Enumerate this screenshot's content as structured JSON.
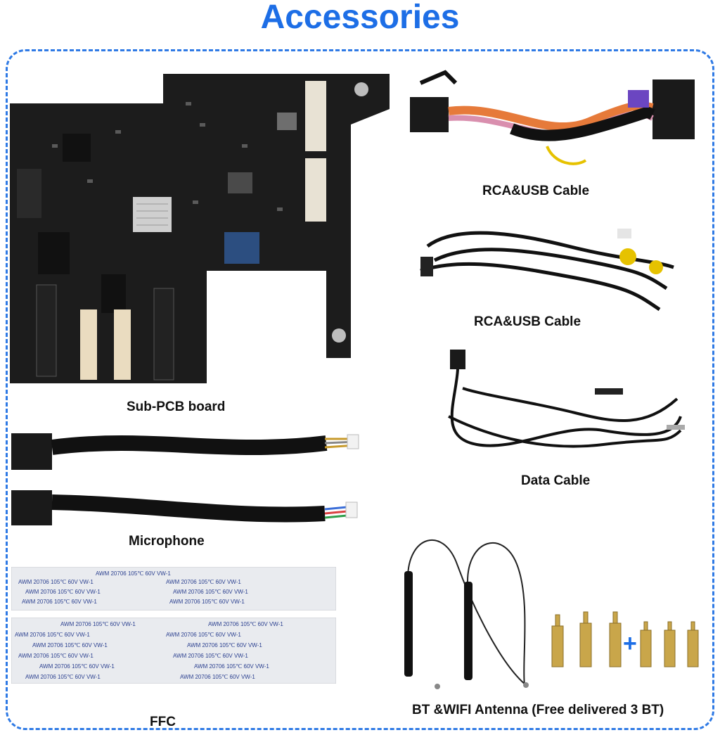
{
  "header": {
    "title": "Accessories"
  },
  "items": [
    {
      "id": "sub-pcb",
      "caption": "Sub-PCB board"
    },
    {
      "id": "rca-usb-1",
      "caption": "RCA&USB Cable"
    },
    {
      "id": "rca-usb-2",
      "caption": "RCA&USB Cable"
    },
    {
      "id": "data-cable",
      "caption": "Data Cable"
    },
    {
      "id": "microphone",
      "caption": "Microphone"
    },
    {
      "id": "ffc",
      "caption": "FFC",
      "print": "AWM 20706 105℃ 60V VW-1"
    },
    {
      "id": "antenna",
      "caption": "BT &WIFI Antenna (Free delivered 3 BT)"
    }
  ],
  "misc": {
    "plus": "+"
  },
  "colors": {
    "accent": "#1d6ee6",
    "frame": "#2f7ae5"
  }
}
